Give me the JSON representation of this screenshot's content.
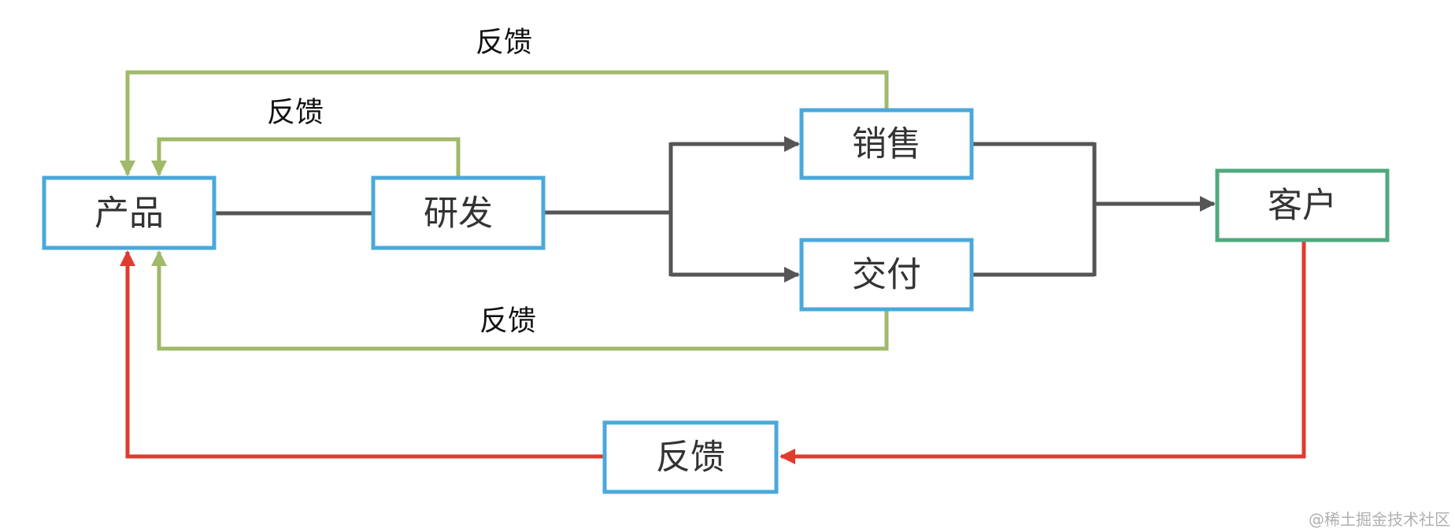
{
  "colors": {
    "node_border": "#4aa8dc",
    "customer_border": "#4ea97e",
    "flow_line": "#555555",
    "internal_feedback": "#a0b96a",
    "customer_feedback": "#e03b2f"
  },
  "nodes": {
    "product": "产品",
    "rnd": "研发",
    "sales": "销售",
    "delivery": "交付",
    "customer": "客户",
    "feedback": "反馈"
  },
  "labels": {
    "sales_feedback": "反馈",
    "rnd_feedback": "反馈",
    "delivery_feedback": "反馈"
  },
  "watermark": "@稀土掘金技术社区"
}
